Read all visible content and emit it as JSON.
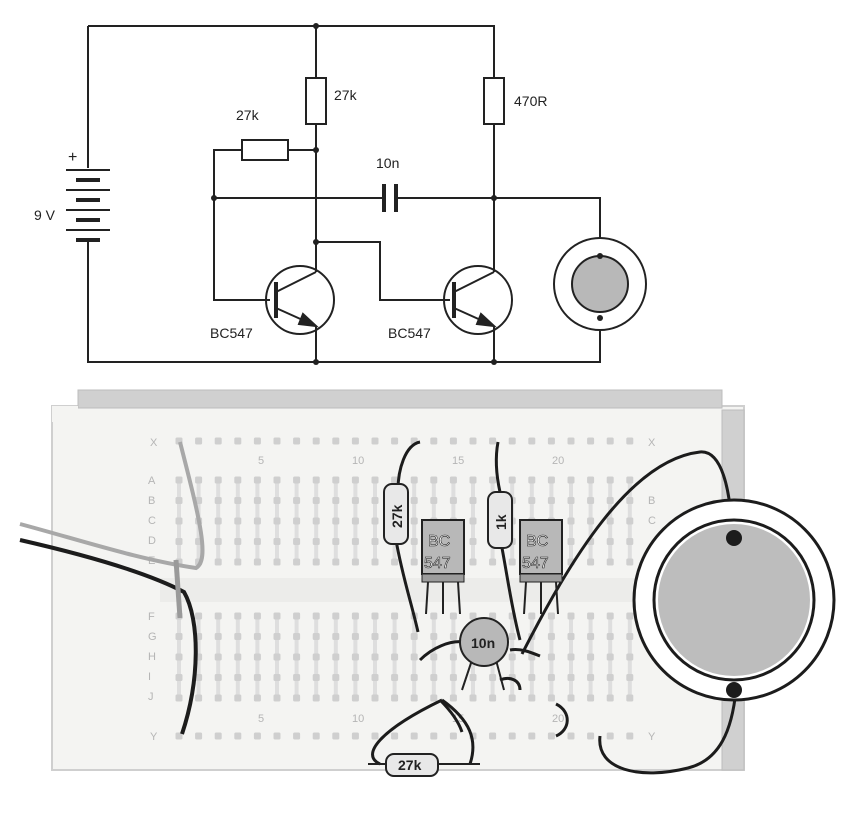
{
  "schematic": {
    "battery_voltage": "9 V",
    "battery_plus": "+",
    "r_collector_left": "27k",
    "r_base": "27k",
    "r_collector_right": "470R",
    "capacitor": "10n",
    "transistor_left": "BC547",
    "transistor_right": "BC547"
  },
  "breadboard": {
    "row_x": "X",
    "row_y": "Y",
    "rows_top": [
      "A",
      "B",
      "C",
      "D",
      "E"
    ],
    "rows_bottom": [
      "F",
      "G",
      "H",
      "I",
      "J"
    ],
    "col_5": "5",
    "col_10": "10",
    "col_15": "15",
    "col_20": "20",
    "resistor_27k_vertical": "27k",
    "resistor_1k_vertical": "1k",
    "resistor_27k_horizontal": "27k",
    "transistor_left_line1": "BC",
    "transistor_left_line2": "547",
    "transistor_right_line1": "BC",
    "transistor_right_line2": "547",
    "capacitor_label": "10n"
  },
  "colors": {
    "line": "#222222",
    "board": "#f4f4f2",
    "board_edge": "#cfcfcf",
    "hole": "#cfcfcf",
    "component_gray": "#b8b8b8",
    "speaker_fill": "#bdbdbd"
  }
}
